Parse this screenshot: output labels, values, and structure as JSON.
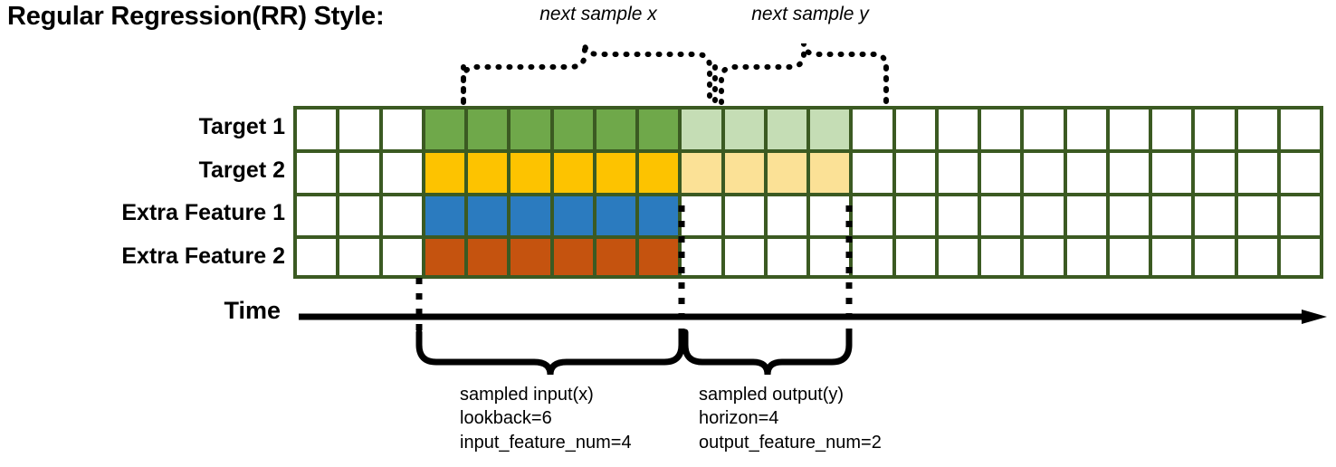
{
  "title": "Regular Regression(RR) Style:",
  "colors": {
    "grid_line": "#3b5a22",
    "cell_empty": "#ffffff",
    "target1_active": "#6fa84a",
    "target1_faded": "#c5ddb5",
    "target2_active": "#fdc300",
    "target2_faded": "#fbe196",
    "feature1_active": "#2b7bbf",
    "feature2_active": "#c5530f",
    "annotation": "#000000"
  },
  "rows": [
    {
      "label": "Target 1",
      "name": "target-1",
      "cells": [
        "empty",
        "empty",
        "empty",
        "target1_active",
        "target1_active",
        "target1_active",
        "target1_active",
        "target1_active",
        "target1_active",
        "target1_faded",
        "target1_faded",
        "target1_faded",
        "target1_faded",
        "empty",
        "empty",
        "empty",
        "empty",
        "empty",
        "empty",
        "empty",
        "empty",
        "empty",
        "empty",
        "empty"
      ]
    },
    {
      "label": "Target 2",
      "name": "target-2",
      "cells": [
        "empty",
        "empty",
        "empty",
        "target2_active",
        "target2_active",
        "target2_active",
        "target2_active",
        "target2_active",
        "target2_active",
        "target2_faded",
        "target2_faded",
        "target2_faded",
        "target2_faded",
        "empty",
        "empty",
        "empty",
        "empty",
        "empty",
        "empty",
        "empty",
        "empty",
        "empty",
        "empty",
        "empty"
      ]
    },
    {
      "label": "Extra Feature 1",
      "name": "extra-feature-1",
      "cells": [
        "empty",
        "empty",
        "empty",
        "feature1_active",
        "feature1_active",
        "feature1_active",
        "feature1_active",
        "feature1_active",
        "feature1_active",
        "empty",
        "empty",
        "empty",
        "empty",
        "empty",
        "empty",
        "empty",
        "empty",
        "empty",
        "empty",
        "empty",
        "empty",
        "empty",
        "empty",
        "empty"
      ]
    },
    {
      "label": "Extra Feature 2",
      "name": "extra-feature-2",
      "cells": [
        "empty",
        "empty",
        "empty",
        "feature2_active",
        "feature2_active",
        "feature2_active",
        "feature2_active",
        "feature2_active",
        "feature2_active",
        "empty",
        "empty",
        "empty",
        "empty",
        "empty",
        "empty",
        "empty",
        "empty",
        "empty",
        "empty",
        "empty",
        "empty",
        "empty",
        "empty",
        "empty"
      ]
    }
  ],
  "grid": {
    "num_columns": 24,
    "num_rows": 4,
    "input_start_column": 4,
    "input_end_column": 9,
    "output_start_column": 10,
    "output_end_column": 13
  },
  "time_axis": {
    "label": "Time"
  },
  "top_annotations": [
    {
      "text": "next sample x",
      "name": "next-sample-x"
    },
    {
      "text": "next sample y",
      "name": "next-sample-y"
    }
  ],
  "bottom_annotations": [
    {
      "name": "sampled-input",
      "line1": "sampled input(x)",
      "line2": "lookback=6",
      "line3": "input_feature_num=4"
    },
    {
      "name": "sampled-output",
      "line1": "sampled output(y)",
      "line2": "horizon=4",
      "line3": "output_feature_num=2"
    }
  ]
}
